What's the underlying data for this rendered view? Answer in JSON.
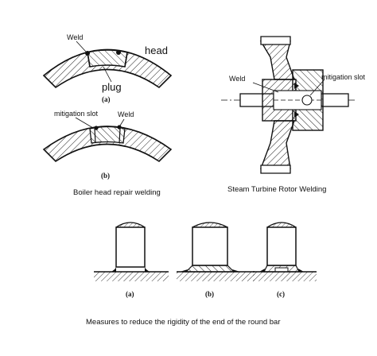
{
  "boiler": {
    "weld_a": "Weld",
    "head": "head",
    "plug": "plug",
    "sub_a": "(a)",
    "mitigation_b": "mitigation slot",
    "weld_b": "Weld",
    "sub_b": "(b)",
    "caption": "Boiler head repair welding"
  },
  "rotor": {
    "weld": "Weld",
    "mitigation": "mitigation slot",
    "caption": "Steam Turbine Rotor Welding"
  },
  "bar": {
    "sub_a": "(a)",
    "sub_b": "(b)",
    "sub_c": "(c)",
    "caption": "Measures to reduce the rigidity of the end of the round bar"
  }
}
